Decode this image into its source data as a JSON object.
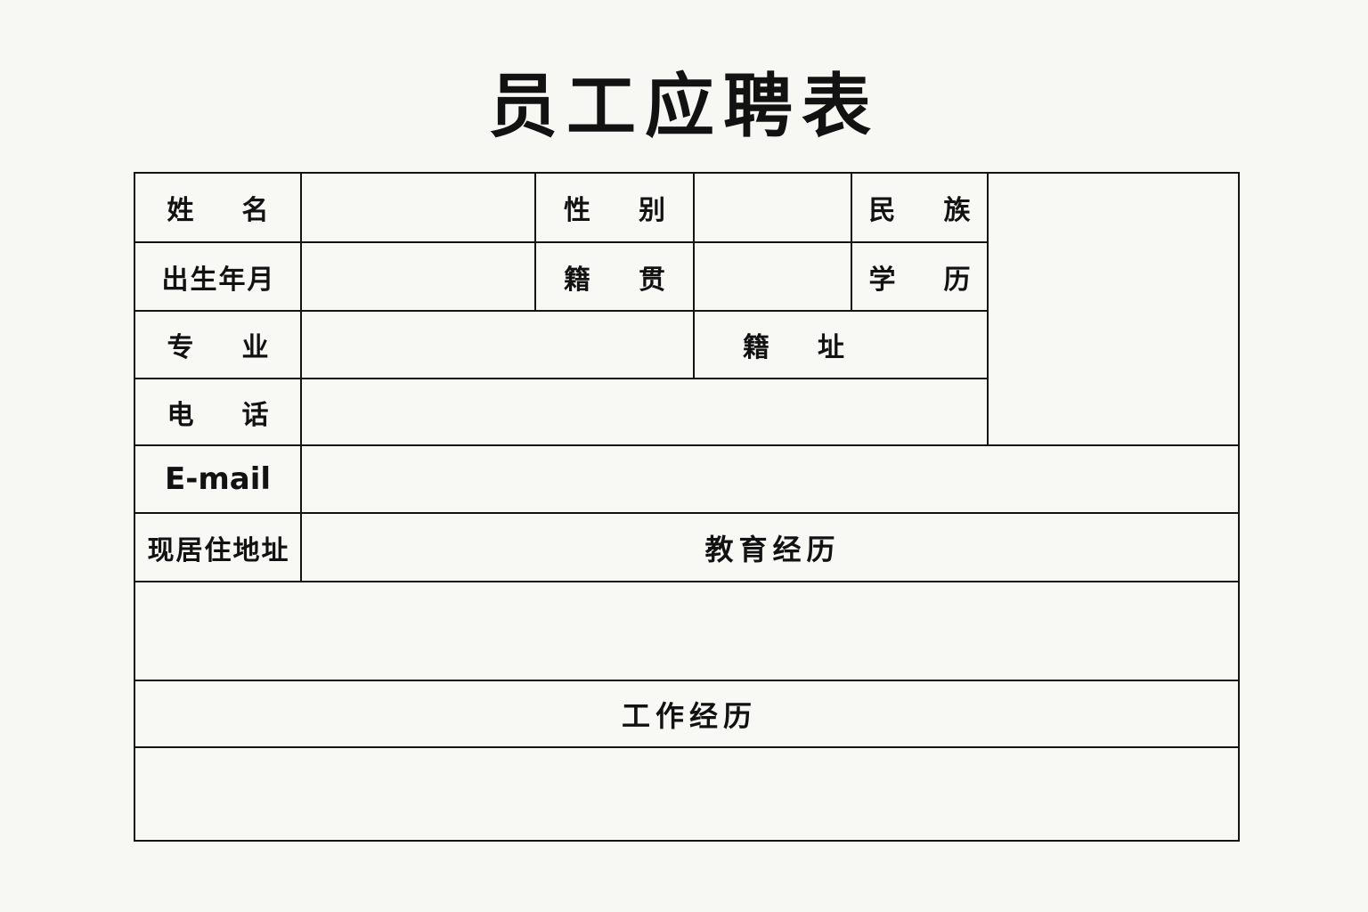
{
  "document": {
    "title": "员工应聘表",
    "type": "employee-application-form",
    "background_color": "#f7f8f4",
    "border_color": "#15140f",
    "cell_color": "#f8f9f5"
  },
  "fields": {
    "name_label": "姓　名",
    "name_value": "",
    "gender_label": "性　别",
    "gender_value": "",
    "ethnicity_label": "民　族",
    "ethnicity_value": "",
    "birth_label": "出生年月",
    "birth_value": "",
    "native_place_label": "籍　贯",
    "native_place_value": "",
    "education_label": "学　历",
    "education_value": "",
    "major_label": "专　业",
    "major_value": "",
    "address_label": "籍　址",
    "address_value": "",
    "phone_label": "电　话",
    "phone_value": "",
    "email_label": "E-mail",
    "email_value": "",
    "current_address_label": "现居住地址",
    "current_address_value": "",
    "photo_label": ""
  },
  "sections": {
    "education_history": "教育经历",
    "education_history_body": "",
    "work_history": "工作经历",
    "work_history_body": ""
  }
}
